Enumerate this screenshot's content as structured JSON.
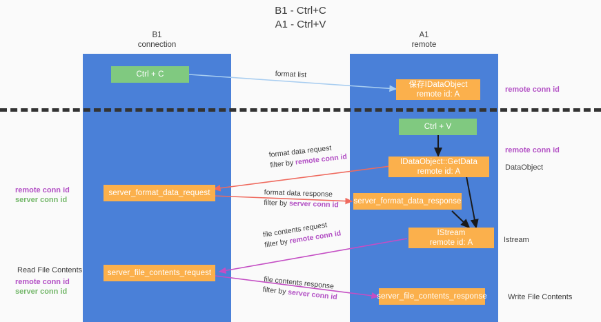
{
  "title": {
    "line1": "B1 - Ctrl+C",
    "line2": "A1 - Ctrl+V"
  },
  "lanes": [
    {
      "name": "B1",
      "sub": "connection",
      "color": "#4a80d8"
    },
    {
      "name": "A1",
      "sub": "remote",
      "color": "#4a80d8"
    }
  ],
  "boxes": {
    "ctrl_c": {
      "label": "Ctrl + C",
      "color": "#80c980"
    },
    "save_idataobject": {
      "line1": "保存IDataObject",
      "line2": "remote id: A",
      "color": "#fbb04c"
    },
    "ctrl_v": {
      "label": "Ctrl + V",
      "color": "#80c980"
    },
    "getdata": {
      "line1": "IDataObject::GetData",
      "line2": "remote id: A",
      "color": "#fbb04c"
    },
    "server_format_data_request": {
      "label": "server_format_data_request",
      "color": "#fbb04c"
    },
    "server_format_data_response": {
      "label": "server_format_data_response",
      "color": "#fbb04c"
    },
    "istream": {
      "line1": "IStream",
      "line2": "remote id: A",
      "color": "#fbb04c"
    },
    "server_file_contents_request": {
      "label": "server_file_contents_request",
      "color": "#fbb04c"
    },
    "server_file_contents_response": {
      "label": "server_file_contents_response",
      "color": "#fbb04c"
    }
  },
  "edges": {
    "format_list": {
      "label": "format list",
      "color": "#a8cdf0"
    },
    "format_data_request": {
      "line1": "format data request",
      "line2_prefix": "filter by ",
      "line2_key": "remote conn id",
      "color": "#ef6a5e"
    },
    "format_data_response": {
      "line1": "format data response",
      "line2_prefix": "filter by ",
      "line2_key": "server conn id",
      "color": "#ef6a5e"
    },
    "file_contents_request": {
      "line1": "file contents request",
      "line2_prefix": "filter by ",
      "line2_key": "remote conn id",
      "color": "#c44ec4"
    },
    "file_contents_response": {
      "line1": "file contents response",
      "line2_prefix": "filter by ",
      "line2_key": "server conn id",
      "color": "#c44ec4"
    }
  },
  "side_labels": {
    "right_remote_conn_top": "remote conn id",
    "right_remote_conn_mid": "remote conn id",
    "right_dataobject": "DataObject",
    "right_istream": "Istream",
    "right_write_file_contents": "Write File Contents",
    "left_remote_conn": "remote conn id",
    "left_server_conn": "server conn id",
    "left_read_file_contents": "Read File Contents",
    "left_remote_conn_2": "remote conn id",
    "left_server_conn_2": "server conn id"
  },
  "colors": {
    "lane": "#4a80d8",
    "green_box": "#80c980",
    "orange_box": "#fbb04c",
    "purple_text": "#b24fc4",
    "green_text": "#74b76a",
    "red_arrow": "#ef6a5e",
    "magenta_arrow": "#c44ec4",
    "lightblue_arrow": "#a8cdf0",
    "dashed_divider": "#333333",
    "background": "#fafafa"
  }
}
